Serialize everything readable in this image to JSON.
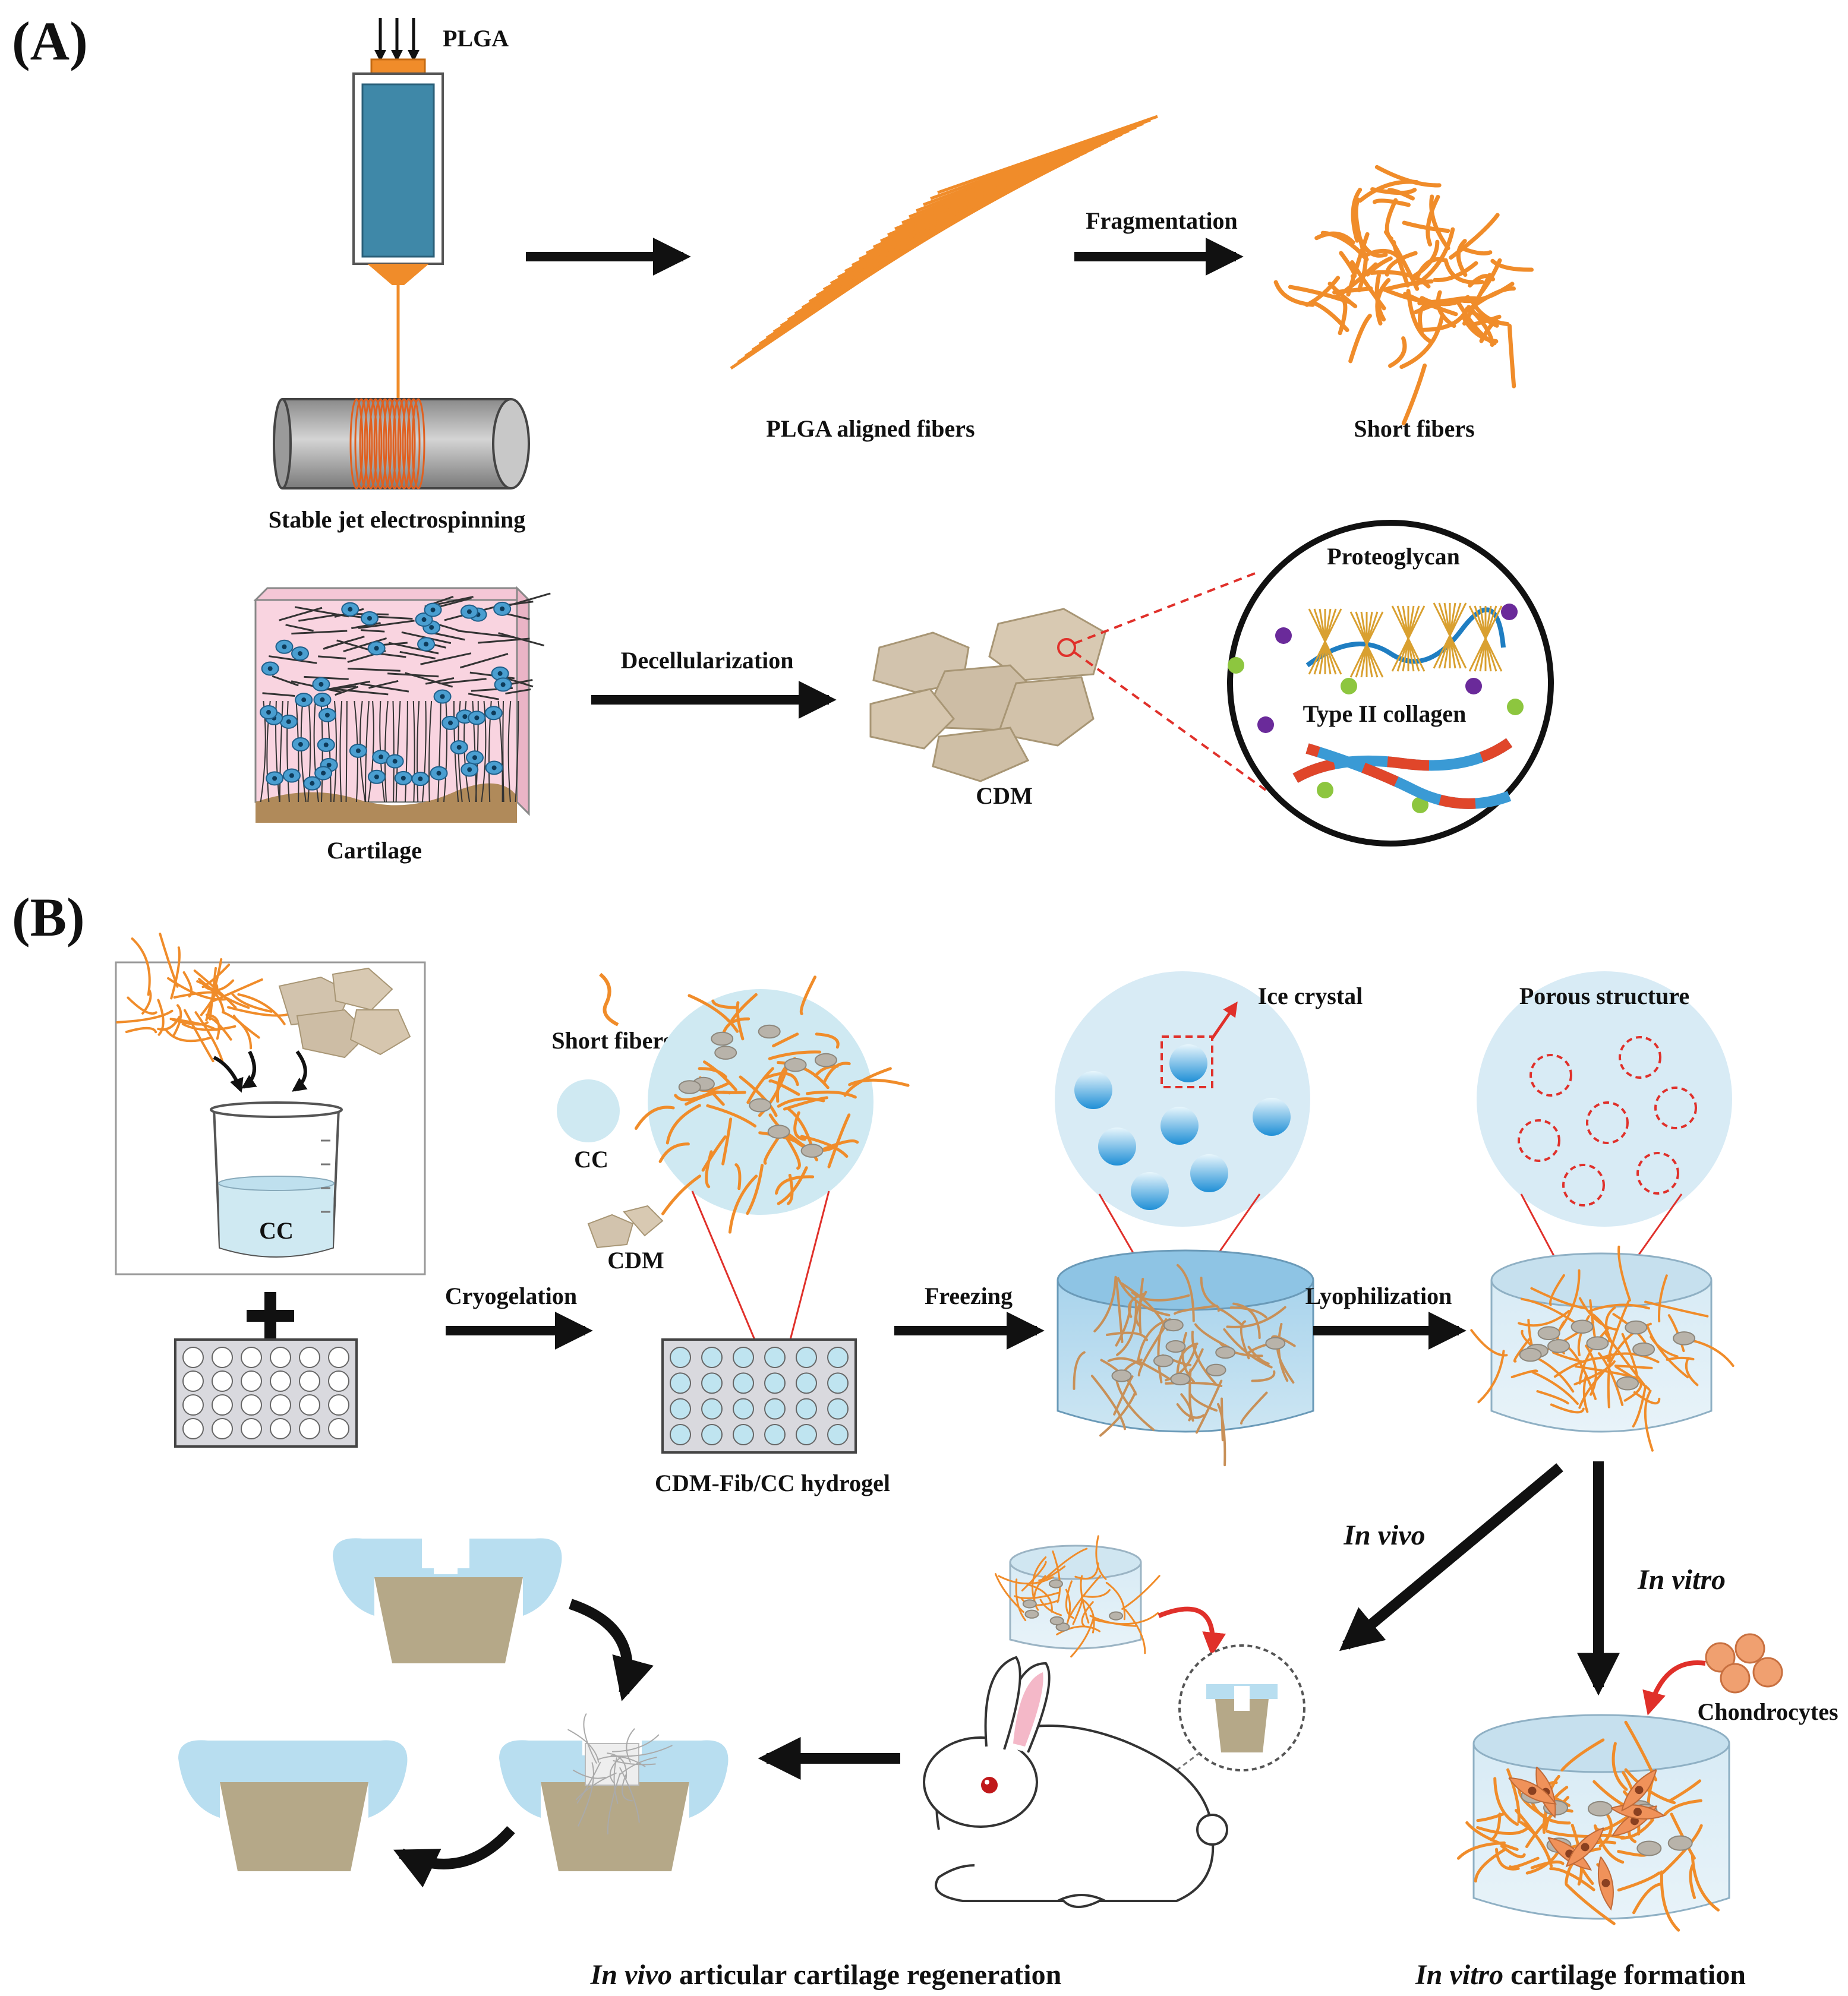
{
  "panel_a": {
    "label": "(A)",
    "plga": "PLGA",
    "electrospinning": "Stable jet electrospinning",
    "aligned_fibers": "PLGA aligned fibers",
    "fragmentation": "Fragmentation",
    "short_fibers": "Short fibers",
    "cartilage": "Cartilage",
    "decellularization": "Decellularization",
    "cdm": "CDM",
    "proteoglycan": "Proteoglycan",
    "collagen": "Type II collagen"
  },
  "panel_b": {
    "label": "(B)",
    "cc_beaker": "CC",
    "cryogelation": "Cryogelation",
    "legend_short_fibers": "Short fibers",
    "legend_cc": "CC",
    "legend_cdm": "CDM",
    "hydrogel": "CDM-Fib/CC hydrogel",
    "freezing": "Freezing",
    "ice_crystal": "Ice crystal",
    "lyophilization": "Lyophilization",
    "porous": "Porous structure",
    "in_vivo": "In vivo",
    "in_vitro": "In vitro",
    "chondrocytes": "Chondrocytes",
    "caption_vivo_italic": "In vivo",
    "caption_vivo_rest": " articular cartilage regeneration",
    "caption_vitro_italic": "In vitro",
    "caption_vitro_rest": " cartilage formation"
  },
  "colors": {
    "fiber_orange": "#f08c2a",
    "syringe_blue": "#3f88a8",
    "cc_blue": "#cfe9f2",
    "cdm_beige": "#d2c3ad",
    "cartilage_pink": "#f9d4e0",
    "bone_tan": "#b5a888",
    "arrow_black": "#111111",
    "red_accent": "#e0302a"
  }
}
